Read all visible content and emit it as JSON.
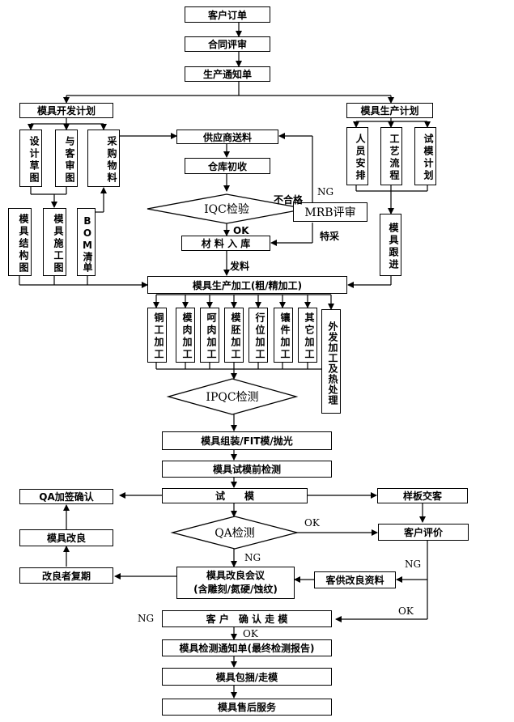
{
  "flow": {
    "customer_order": "客户订单",
    "contract_review": "合同评审",
    "production_notice": "生产通知单",
    "dev_plan": "模具开发计划",
    "prod_plan": "模具生产计划",
    "design_draft": "设计草图",
    "customer_review": "与客审图",
    "purchase_material": "采购物料",
    "staffing": "人员安排",
    "process_flow": "工艺流程",
    "trial_plan": "试模计划",
    "supplier_delivery": "供应商送料",
    "warehouse_receipt": "仓库初收",
    "iqc": "IQC检验",
    "mrb": "MRB评审",
    "material_storage": "材 料 入 库",
    "structure_drawing": "模具结构图",
    "construction_drawing": "模具施工图",
    "bom": "BOM清单",
    "mold_tracking": "模具跟进",
    "mold_production": "模具生产加工(粗/精加工)",
    "processes": [
      "铜工加工",
      "模肉加工",
      "呵肉加工",
      "模胚加工",
      "行位加工",
      "镶件加工",
      "其它加工"
    ],
    "outsourced": "外发加工及热处理",
    "ipqc": "IPQC检测",
    "assembly": "模具组装/FIT模/抛光",
    "pre_trial_check": "模具试模前检测",
    "trial": "试　　模",
    "sample_delivery": "样板交客",
    "qa_confirm": "QA加签确认",
    "mold_improve": "模具改良",
    "qa_check": "QA检测",
    "customer_eval": "客户评价",
    "recheck": "改良者复期",
    "improve_meeting_1": "模具改良会议",
    "improve_meeting_2": "(含雕刻/氮硬/蚀纹)",
    "customer_improve_data": "客供改良资料",
    "customer_confirm": "客 户　确 认 走 模",
    "inspection_notice": "模具检测通知单(最终检测报告)",
    "packing": "模具包捆/走模",
    "after_sales": "模具售后服务"
  },
  "labels": {
    "unqualified": "不合格",
    "ng_mrb": "NG",
    "special_purchase": "特采",
    "ok_iqc": "OK",
    "issue_material": "发料",
    "ok_qa": "OK",
    "ng_qa": "NG",
    "ng_eval": "NG",
    "ok_eval": "OK",
    "ng_confirm": "NG",
    "ok_confirm": "OK"
  }
}
